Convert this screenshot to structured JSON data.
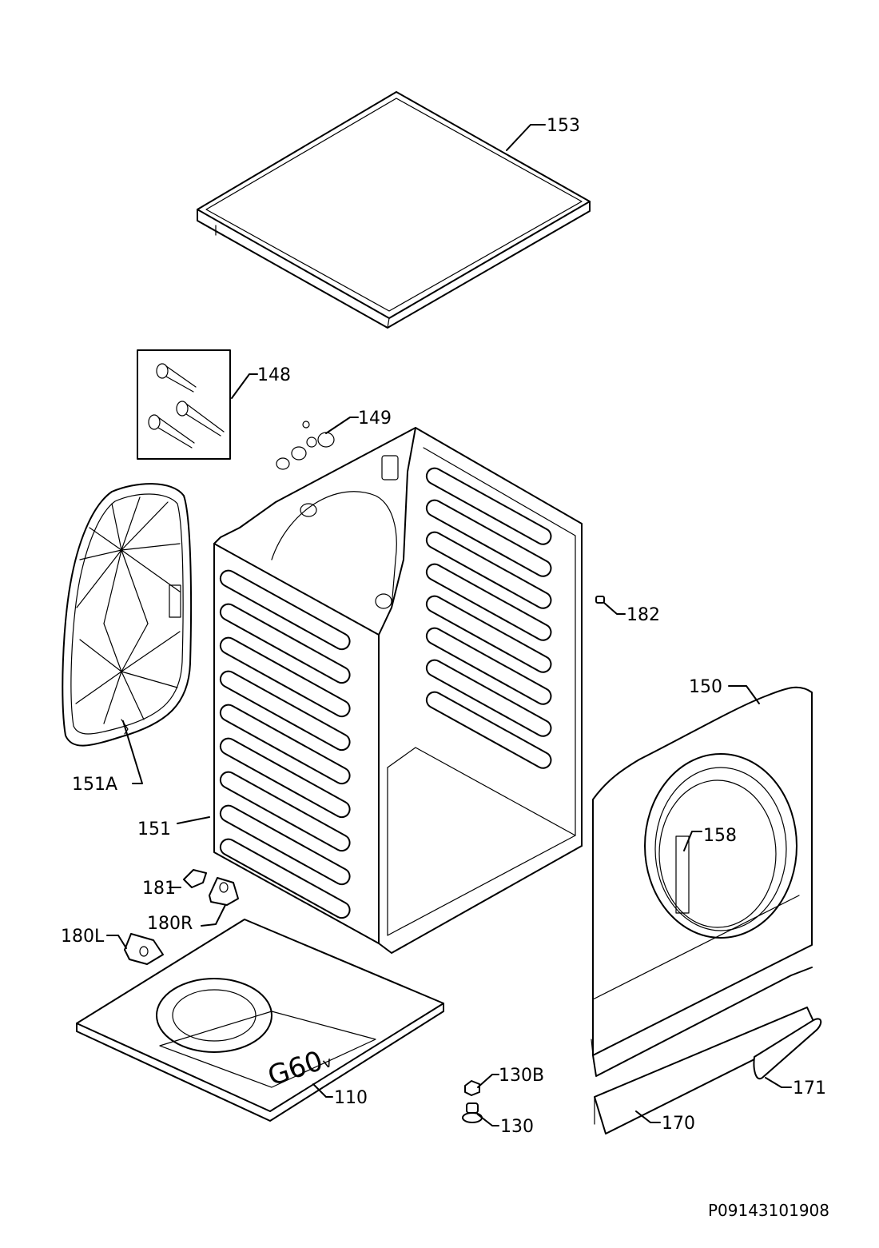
{
  "labels": {
    "p153": "153",
    "p148": "148",
    "p149": "149",
    "p182": "182",
    "p150": "150",
    "p151A": "151A",
    "p151": "151",
    "p158": "158",
    "p181": "181",
    "p180R": "180R",
    "p180L": "180L",
    "p130B": "130B",
    "p110": "110",
    "p130": "130",
    "p171": "171",
    "p170": "170"
  },
  "base_marking": "G60",
  "base_marking_sub": "v",
  "drawing_code": "P09143101908"
}
